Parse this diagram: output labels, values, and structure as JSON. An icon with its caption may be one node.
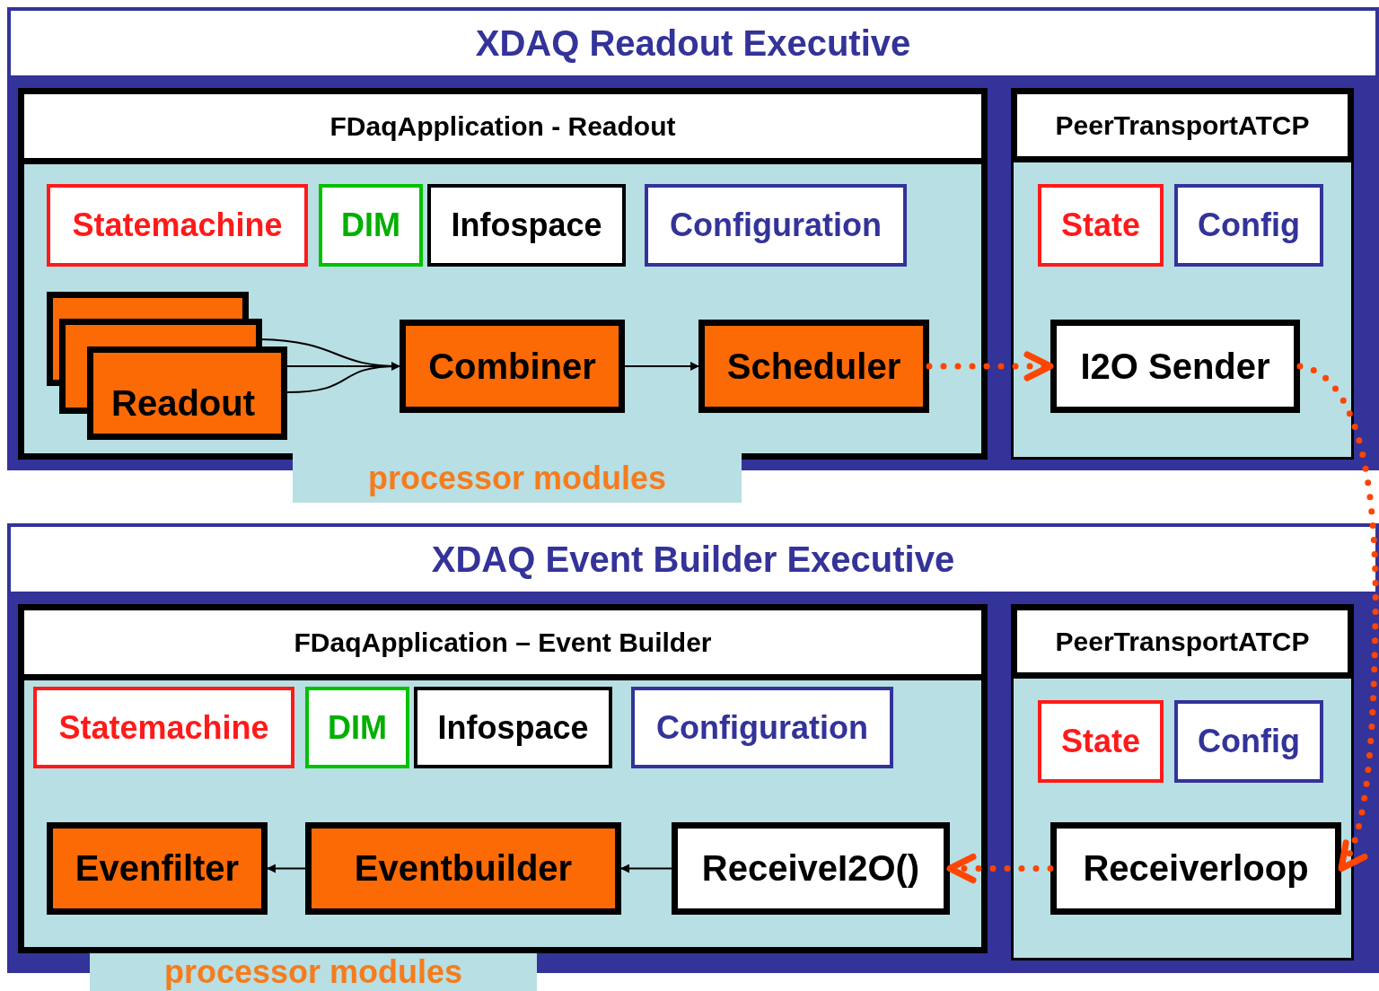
{
  "diagram": {
    "nodes": [
      {
        "text": [
          "XDAQ Readout Executive"
        ]
      },
      {
        "text": [
          "FDaqApplication - Readout"
        ],
        "in": 0
      },
      {
        "text": [
          "Statemachine"
        ],
        "in": 1
      },
      {
        "text": [
          "DIM"
        ],
        "in": 1
      },
      {
        "text": [
          "Infospace"
        ],
        "in": 1
      },
      {
        "text": [
          "Configuration"
        ],
        "in": 1
      },
      {
        "text": [
          "Readout"
        ],
        "in": 1
      },
      {
        "text": [
          "Combiner"
        ],
        "in": 1
      },
      {
        "text": [
          "Scheduler"
        ],
        "in": 1
      },
      {
        "text": [
          "processor modules"
        ]
      },
      {
        "text": [
          "PeerTransportATCP"
        ],
        "in": 0
      },
      {
        "text": [
          "State"
        ],
        "in": 10
      },
      {
        "text": [
          "Config"
        ],
        "in": 10
      },
      {
        "text": [
          "I2O Sender"
        ],
        "in": 10
      },
      {
        "text": [
          "XDAQ Event Builder Executive"
        ]
      },
      {
        "text": [
          "FDaqApplication – Event Builder"
        ],
        "in": 14
      },
      {
        "text": [
          "Statemachine"
        ],
        "in": 15
      },
      {
        "text": [
          "DIM"
        ],
        "in": 15
      },
      {
        "text": [
          "Infospace"
        ],
        "in": 15
      },
      {
        "text": [
          "Configuration"
        ],
        "in": 15
      },
      {
        "text": [
          "Evenfilter"
        ],
        "in": 15
      },
      {
        "text": [
          "Eventbuilder"
        ],
        "in": 15
      },
      {
        "text": [
          "ReceiveI2O()"
        ],
        "in": 15
      },
      {
        "text": [
          "processor modules"
        ]
      },
      {
        "text": [
          "PeerTransportATCP"
        ],
        "in": 14
      },
      {
        "text": [
          "State"
        ],
        "in": 24
      },
      {
        "text": [
          "Config"
        ],
        "in": 24
      },
      {
        "text": [
          "Receiverloop"
        ],
        "in": 24
      }
    ],
    "edges": [
      {
        "from": 6,
        "to": 7,
        "arrow": "to"
      },
      {
        "from": 7,
        "to": 8,
        "arrow": "to"
      },
      {
        "from": 8,
        "to": 13,
        "arrow": "to",
        "style": "dashed",
        "color": "#ff4500"
      },
      {
        "from": 13,
        "to": 27,
        "arrow": "to",
        "style": "dashed",
        "color": "#ff4500"
      },
      {
        "from": 27,
        "to": 22,
        "arrow": "to",
        "style": "dashed",
        "color": "#ff4500"
      },
      {
        "from": 22,
        "to": 21,
        "arrow": "to"
      },
      {
        "from": 21,
        "to": 20,
        "arrow": "to"
      }
    ]
  }
}
